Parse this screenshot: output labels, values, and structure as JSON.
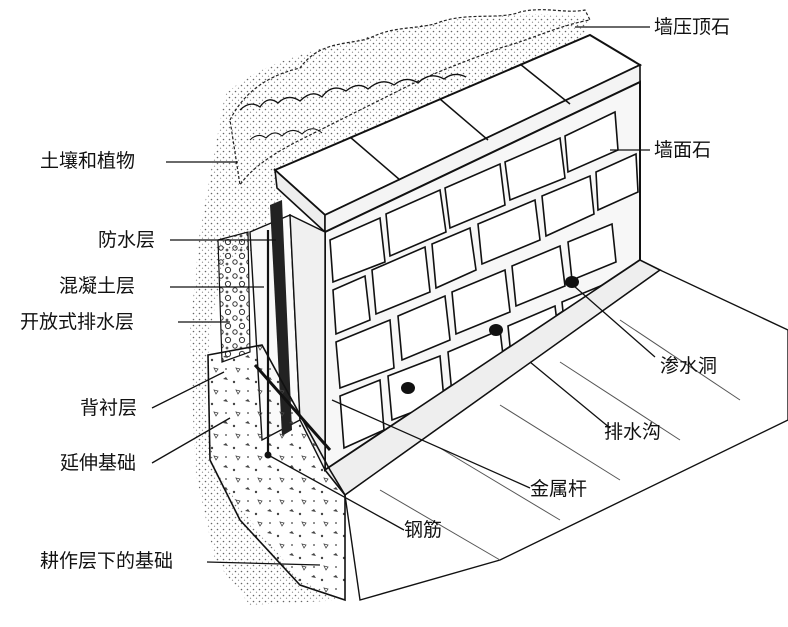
{
  "labels": {
    "coping_stone": "墙压顶石",
    "face_stone": "墙面石",
    "soil_and_plants": "土壤和植物",
    "waterproof_layer": "防水层",
    "concrete_layer": "混凝土层",
    "open_drainage_layer": "开放式排水层",
    "backing_layer": "背衬层",
    "extended_foundation": "延伸基础",
    "weep_hole": "渗水洞",
    "drainage_ditch": "排水沟",
    "metal_rod": "金属杆",
    "rebar": "钢筋",
    "foundation_below_tilled_layer": "耕作层下的基础"
  }
}
